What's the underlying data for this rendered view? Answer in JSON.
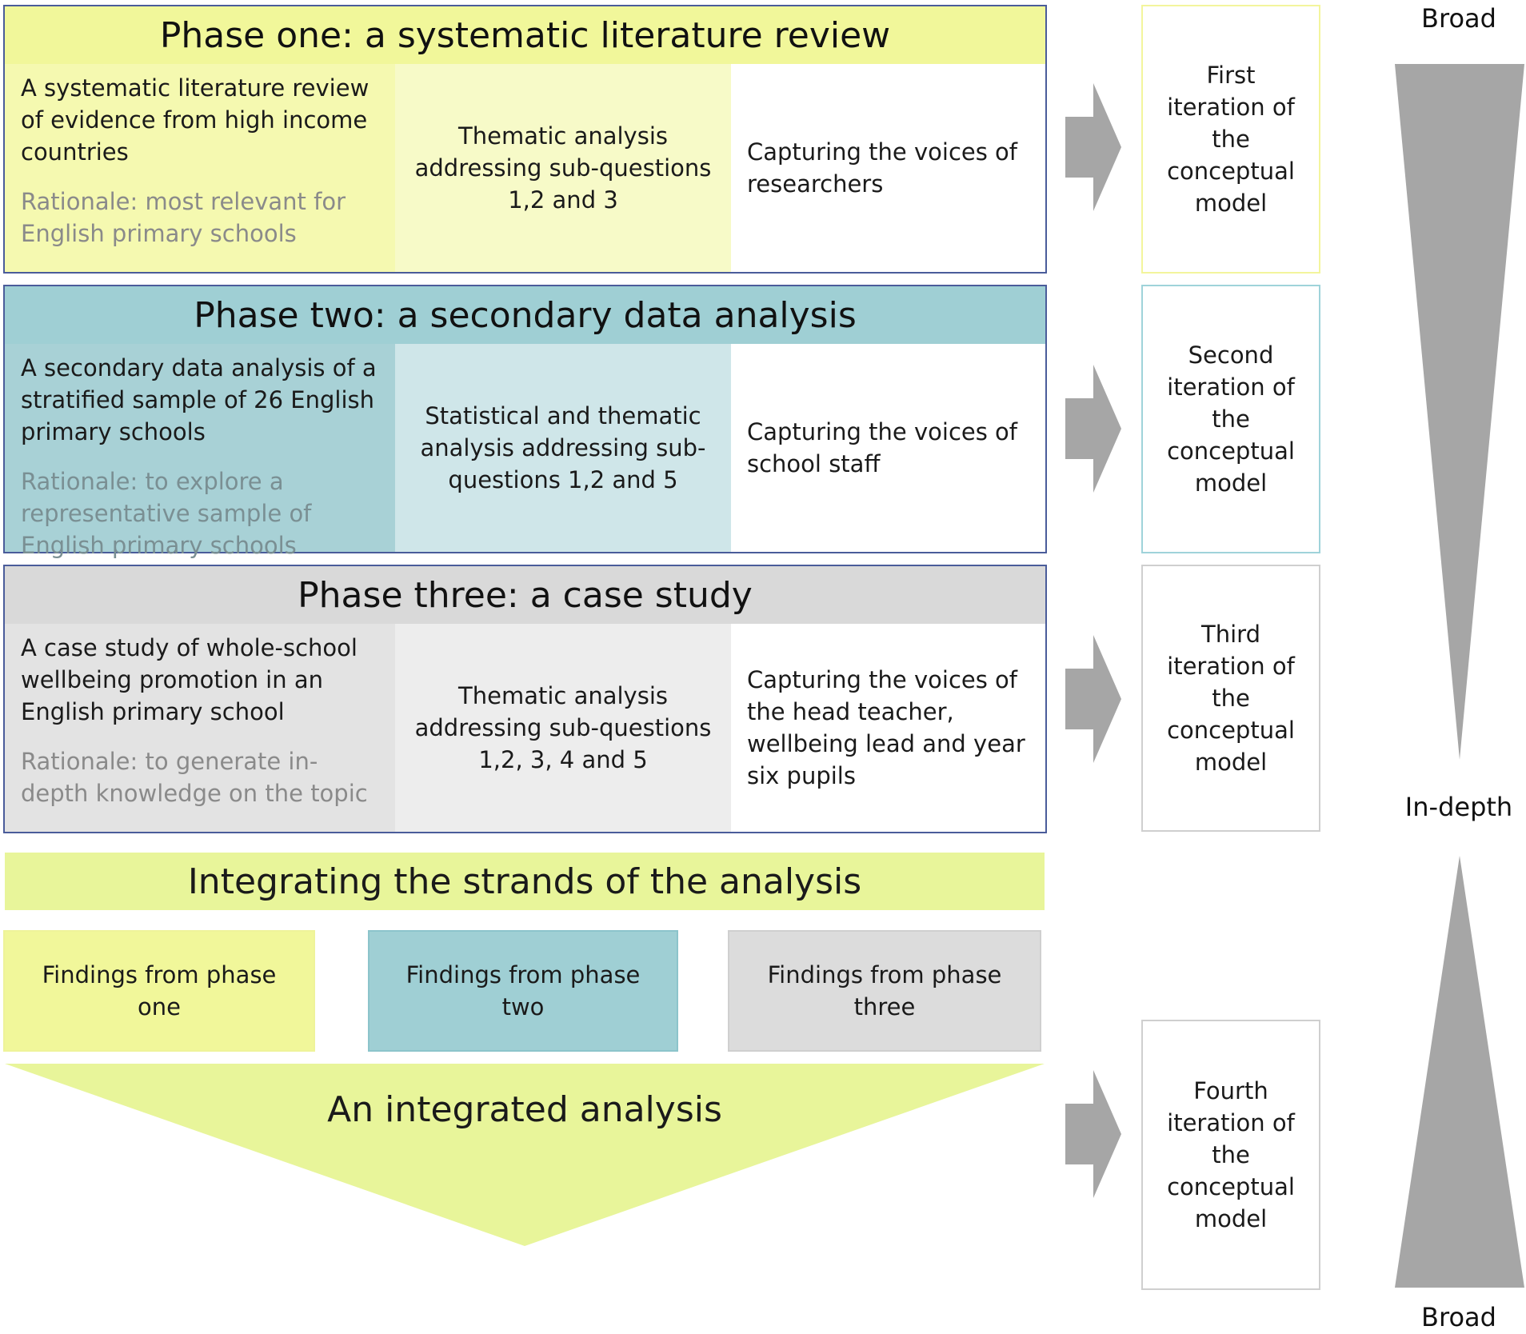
{
  "phases": [
    {
      "title": "Phase one: a systematic literature review",
      "description": "A systematic literature review of evidence from high income countries",
      "rationale": "Rationale: most relevant for English primary schools",
      "analysis": "Thematic analysis addressing sub-questions 1,2 and 3",
      "voices": "Capturing the voices of researchers",
      "colors": {
        "title": "#f1f79a",
        "left": "#f5f9b0",
        "middle": "#f7fac8",
        "border": "#f5f79c"
      }
    },
    {
      "title": "Phase two: a secondary data analysis",
      "description": "A secondary data analysis of a stratified sample of 26 English primary schools",
      "rationale": "Rationale: to explore a representative sample of English primary schools",
      "analysis": "Statistical and thematic analysis addressing sub-questions 1,2 and 5",
      "voices": "Capturing the voices of school staff",
      "colors": {
        "title": "#9fcfd4",
        "left": "#a8d1d6",
        "middle": "#cfe6e9",
        "border": "#9fd3da"
      }
    },
    {
      "title": "Phase three: a case study",
      "description": "A case study of whole-school wellbeing promotion in an English primary school",
      "rationale": "Rationale: to generate in-depth knowledge on the topic",
      "analysis": "Thematic analysis addressing sub-questions 1,2, 3, 4 and 5",
      "voices": "Capturing the voices of the head teacher, wellbeing lead and year six pupils",
      "colors": {
        "title": "#d9d9d9",
        "left": "#e3e3e3",
        "middle": "#ededed",
        "border": "#d4d4d4"
      }
    }
  ],
  "iterations": [
    "First iteration of the conceptual model",
    "Second iteration of the conceptual model",
    "Third iteration of the conceptual model",
    "Fourth iteration of the conceptual model"
  ],
  "integration": {
    "title": "Integrating the strands of the analysis",
    "findings": [
      "Findings from phase one",
      "Findings from phase two",
      "Findings from phase three"
    ],
    "result": "An integrated analysis"
  },
  "scale": {
    "top": "Broad",
    "middle": "In-depth",
    "bottom": "Broad"
  },
  "colors": {
    "accent_yellow": "#e8f59a",
    "accent_teal": "#9fcfd4",
    "accent_grey": "#d9d9d9",
    "arrow_grey": "#a6a6a6",
    "border_blue": "#4a5c9a"
  }
}
